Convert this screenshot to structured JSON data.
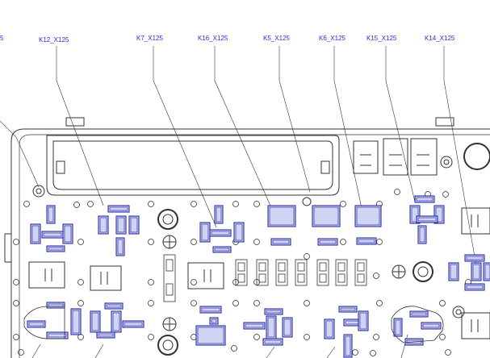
{
  "diagram": {
    "callouts": [
      {
        "id": "k12",
        "label": "K12_X125"
      },
      {
        "id": "k7",
        "label": "K7_X125"
      },
      {
        "id": "k16",
        "label": "K16_X125"
      },
      {
        "id": "k5",
        "label": "K5_X125"
      },
      {
        "id": "k6",
        "label": "K6_X125"
      },
      {
        "id": "k15",
        "label": "K15_X125"
      },
      {
        "id": "k14",
        "label": "K14_X125"
      }
    ],
    "edge_label_fragment": "5",
    "colors": {
      "line": "#333333",
      "connector_fill": "#cfd4f4",
      "connector_stroke": "#1a1a9a",
      "label": "#2b2bd6"
    }
  }
}
